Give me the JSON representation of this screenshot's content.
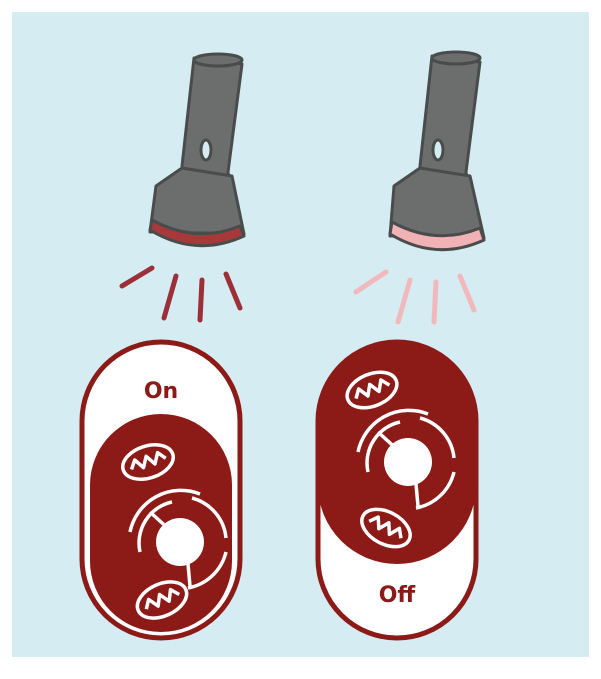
{
  "switches": [
    {
      "id": "on",
      "label": "On",
      "state": "on"
    },
    {
      "id": "off",
      "label": "Off",
      "state": "off"
    }
  ],
  "colors": {
    "background": "#d4ecf2",
    "flashlight_body": "#6b6e6c",
    "dark_red": "#8c1a16",
    "lens_on": "#a8393b",
    "lens_off": "#f0b2b5",
    "beam_on": "#9c2f37",
    "beam_off": "#f2b9bd"
  },
  "icons": [
    "flashlight-icon",
    "mitochondrion-icon",
    "cell-icon"
  ]
}
